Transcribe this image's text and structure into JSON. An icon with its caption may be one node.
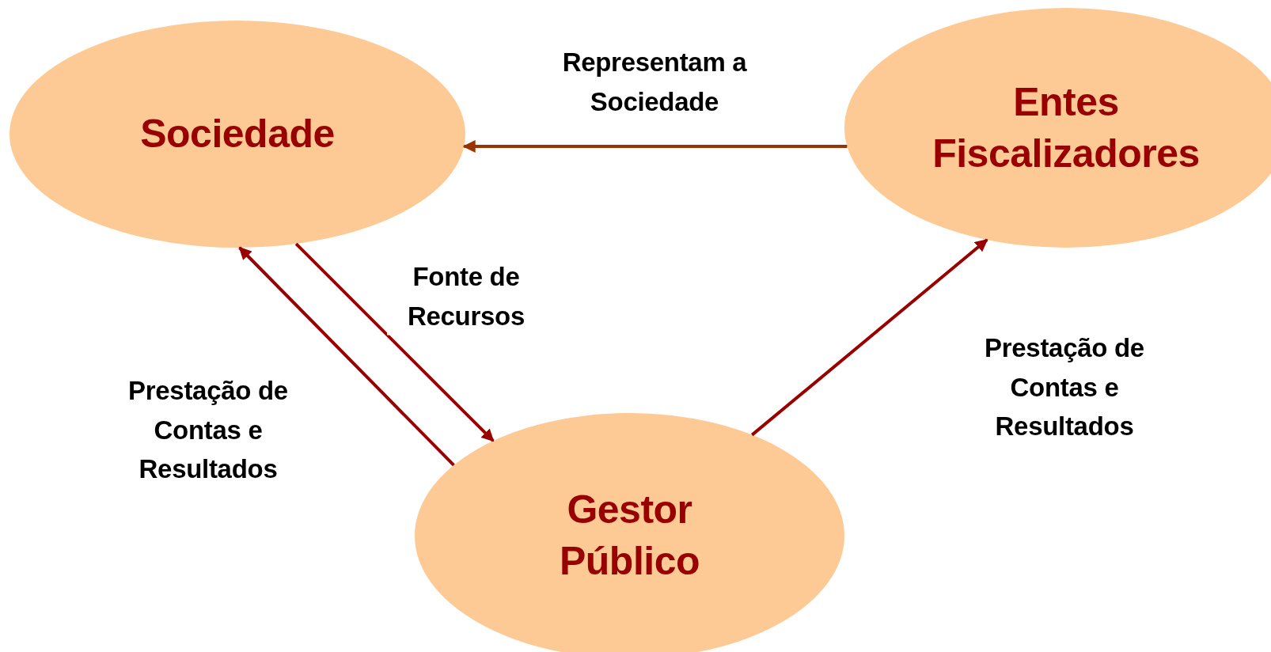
{
  "diagram": {
    "nodes": [
      {
        "text": [
          "Sociedade"
        ]
      },
      {
        "text": [
          "Entes Fiscalizadores"
        ]
      },
      {
        "text": [
          "Gestor Público"
        ]
      }
    ],
    "edges": [
      {
        "from": 1,
        "to": 0,
        "arrow": "to",
        "label": "Representam a Sociedade",
        "color": "#993300"
      },
      {
        "from": 0,
        "to": 2,
        "arrow": "to",
        "label": "Fonte de Recursos"
      },
      {
        "from": 2,
        "to": 0,
        "arrow": "to",
        "label": "Prestação de Contas e Resultados"
      },
      {
        "from": 2,
        "to": 1,
        "arrow": "to",
        "label": "Prestação de Contas e Resultados"
      }
    ]
  }
}
